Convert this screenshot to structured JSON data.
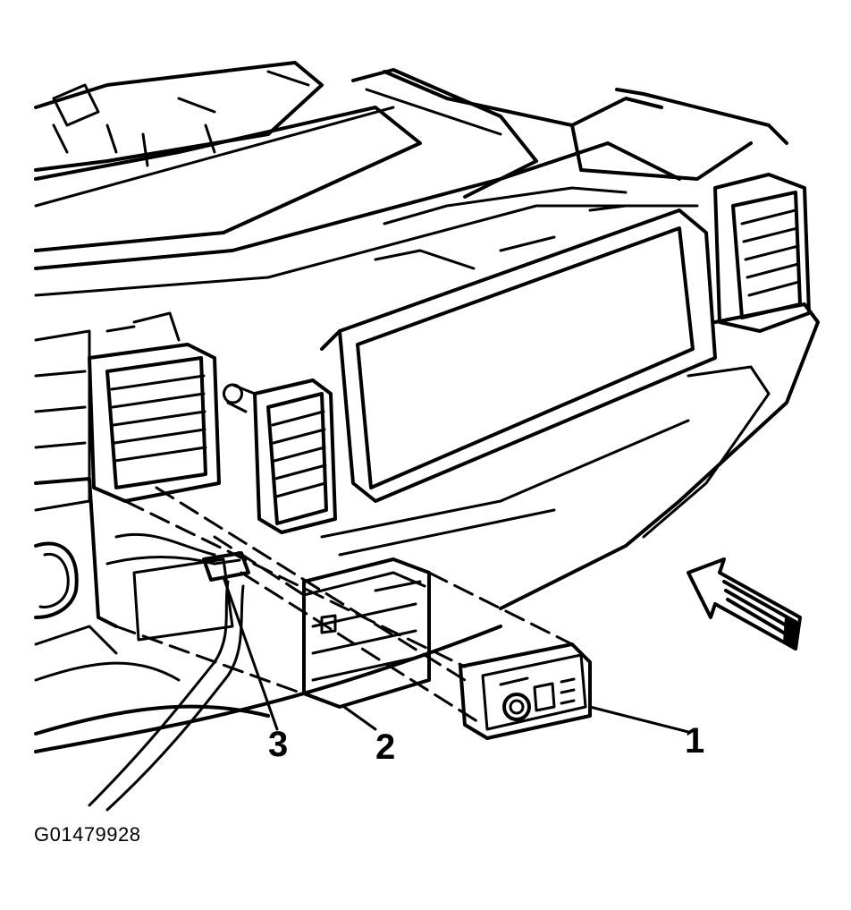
{
  "diagram": {
    "figure_id": "G01479928",
    "callouts": [
      {
        "number": "1",
        "part": "auxiliary-control-module"
      },
      {
        "number": "2",
        "part": "mounting-bracket"
      },
      {
        "number": "3",
        "part": "electrical-connector"
      }
    ],
    "colors": {
      "ink": "#000000",
      "paper": "#ffffff"
    },
    "icons": [
      "arrow-view-icon"
    ]
  }
}
